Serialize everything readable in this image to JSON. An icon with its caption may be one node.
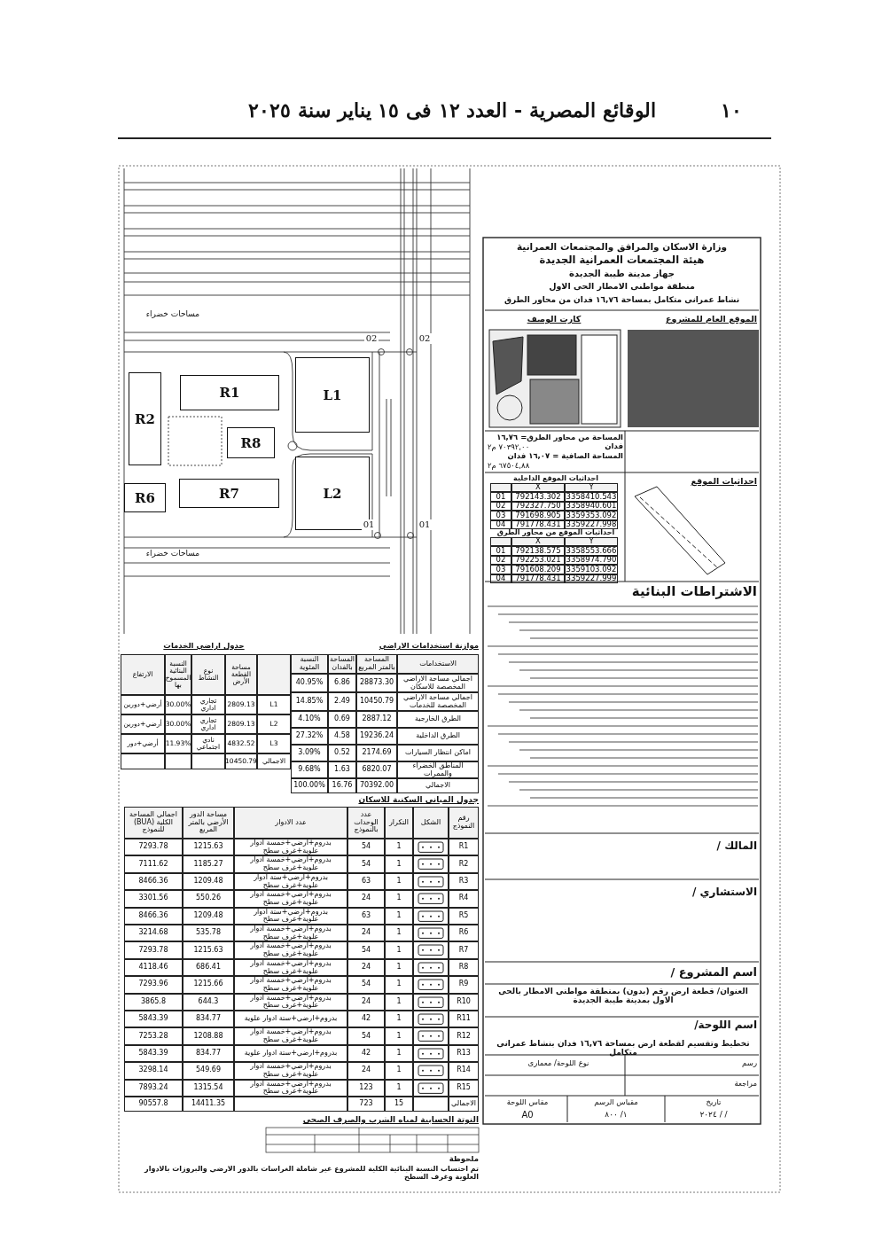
{
  "diagram": {
    "title": "الوقائع المصرية - العدد ١٢ فى ١٥ يناير سنة ٢٠٢٥",
    "nodes": [
      {
        "text": [
          "R1"
        ]
      },
      {
        "text": [
          "R2"
        ]
      },
      {
        "text": [
          "R8"
        ]
      },
      {
        "text": [
          "R6"
        ]
      },
      {
        "text": [
          "R7"
        ]
      },
      {
        "text": [
          "L1"
        ]
      },
      {
        "text": [
          "L2"
        ]
      }
    ],
    "labels": [
      "١٠",
      "مساحات خضراء",
      "02",
      "02",
      "01",
      "01",
      "مساحات خضراء",
      "وزارة الاسكان والمرافق والمجتمعات العمرانية",
      "هيئة المجتمعات العمرانية الجديدة",
      "جهاز مدينة طيبة الجديدة",
      "منطقة مواطنى الامطار الحى الاول",
      "نشاط عمرانى متكامل بمساحة ١٦,٧٦ فدان من محاور الطرق",
      "الموقع العام للمشروع",
      "كارت الوصف",
      "المساحة من محاور الطرق= ١٦,٧٦ فدان",
      "٧٠٣٩٢,٠٠ م٢",
      "المساحة الصافية = ١٦,٠٧ فدان",
      "٦٧٥٠٤,٨٨ م٢",
      "احداثيات الموقع",
      "احداثيات الموقع الداخلية",
      "Y",
      "X",
      "3358410.543",
      "792143.302",
      "01",
      "3358940.601",
      "792327.750",
      "02",
      "3359353.092",
      "791698.905",
      "03",
      "3359227.998",
      "791778.431",
      "04",
      "احداثيات الموقع من محاور الطرق",
      "Y",
      "X",
      "3358553.666",
      "792138.575",
      "01",
      "3358974.790",
      "792253.021",
      "02",
      "3359103.092",
      "791608.209",
      "03",
      "3359227.999",
      "791778.431",
      "04",
      "الاشتراطات البنائية",
      "المالك /",
      "الاستشاري /",
      "اسم المشروع /",
      "العنوان/ قطعة ارض رقم (بدون) بمنطقة مواطنى الامطار بالحى الاول بمدينة طيبة الجديدة",
      "اسم اللوحة/",
      "تخطيط وتقسيم لقطعة ارض بمساحة ١٦,٧٦ فدان بنشاط عمرانى متكامل",
      "رسم",
      "نوع اللوحة/ معمارى",
      "مراجعة",
      "تاريخ",
      "/ / ٢٠٢٤",
      "مقياس الرسم",
      "١/ ٨٠٠",
      "مقاس اللوحة",
      "A0",
      "موازنة استخدامات الاراضي",
      "الاستخدامات",
      "المساحة بالمتر المربع",
      "المساحة بالفدان",
      "النسبة المئوية",
      "اجمالي مساحة الاراضي المخصصة للاسكان",
      "28873.30",
      "6.86",
      "40.95%",
      "اجمالي مساحة الاراضي المخصصة للخدمات",
      "10450.79",
      "2.49",
      "14.85%",
      "الطرق الخارجية",
      "2887.12",
      "0.69",
      "4.10%",
      "الطرق الداخلية",
      "19236.24",
      "4.58",
      "27.32%",
      "اماكن انتظار السيارات",
      "2174.69",
      "0.52",
      "3.09%",
      "المناطق الخضراء والممرات",
      "6820.07",
      "1.63",
      "9.68%",
      "الاجمالي",
      "70392.00",
      "16.76",
      "100.00%",
      "جدول اراضي الخدمات",
      "مساحة القطعة الأرض",
      "نوع النشاط",
      "النسبة البنائية المسموح بها",
      "الارتفاع",
      "L1",
      "2809.13",
      "تجاري اداري",
      "30.00%",
      "أرضي+دورين",
      "L2",
      "2809.13",
      "تجاري اداري",
      "30.00%",
      "أرضي+دورين",
      "L3",
      "4832.52",
      "نادي اجتماعي",
      "11.93%",
      "أرضي+دور",
      "الاجمالي",
      "10450.79",
      "جدول المباني السكنية للاسكان",
      "رقم النموذج",
      "الشكل",
      "التكرار",
      "عدد الوحدات بالنموذج",
      "عدد الادوار",
      "مساحة الدور الأرضي بالمتر المربع",
      "اجمالي المساحة الكلية (BUA) للنموذج",
      "R1",
      "1",
      "54",
      "بدروم+ارضي+خمسة ادوار علوية+غرف سطح",
      "1215.63",
      "7293.78",
      "R2",
      "1",
      "54",
      "بدروم+ارضي+خمسة ادوار علوية+غرف سطح",
      "1185.27",
      "7111.62",
      "R3",
      "1",
      "63",
      "بدروم+ارضي+ستة ادوار علوية+غرف سطح",
      "1209.48",
      "8466.36",
      "R4",
      "1",
      "24",
      "بدروم+ارضي+خمسة ادوار علوية+غرف سطح",
      "550.26",
      "3301.56",
      "R5",
      "1",
      "63",
      "بدروم+ارضي+ستة ادوار علوية+غرف سطح",
      "1209.48",
      "8466.36",
      "R6",
      "1",
      "24",
      "بدروم+ارضي+خمسة ادوار علوية+غرف سطح",
      "535.78",
      "3214.68",
      "R7",
      "1",
      "54",
      "بدروم+ارضي+خمسة ادوار علوية+غرف سطح",
      "1215.63",
      "7293.78",
      "R8",
      "1",
      "24",
      "بدروم+ارضي+خمسة ادوار علوية+غرف سطح",
      "686.41",
      "4118.46",
      "R9",
      "1",
      "54",
      "بدروم+ارضي+خمسة ادوار علوية+غرف سطح",
      "1215.66",
      "7293.96",
      "R10",
      "1",
      "24",
      "بدروم+ارضي+خمسة ادوار علوية+غرف سطح",
      "644.3",
      "3865.8",
      "R11",
      "1",
      "42",
      "بدروم+ارضي+ستة ادوار علوية",
      "834.77",
      "5843.39",
      "R12",
      "1",
      "54",
      "بدروم+ارضي+خمسة ادوار علوية+غرف سطح",
      "1208.88",
      "7253.28",
      "R13",
      "1",
      "42",
      "بدروم+ارضي+ستة ادوار علوية",
      "834.77",
      "5843.39",
      "R14",
      "1",
      "24",
      "بدروم+ارضي+خمسة ادوار علوية+غرف سطح",
      "549.69",
      "3298.14",
      "R15",
      "1",
      "123",
      "بدروم+ارضي+خمسة ادوار علوية+غرف سطح",
      "1315.54",
      "7893.24",
      "الاجمالي",
      "15",
      "723",
      "14411.35",
      "90557.8",
      "النوتة الحسابية لمياه الشرب والصرف الصحي",
      "ملحوظة",
      "تم احتساب النسبة البنائية الكلية للمشروع غير شاملة الغراسات بالدور الارضي والبروزات بالادوار العلوية وغرف السطح"
    ]
  }
}
